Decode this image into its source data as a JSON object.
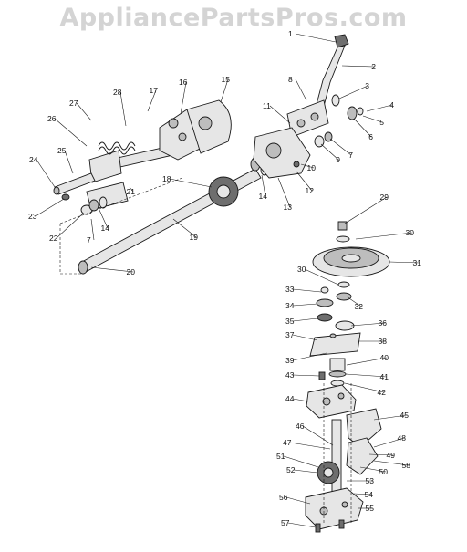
{
  "watermark": "AppliancePartsPros.com",
  "callouts": [
    "1",
    "2",
    "3",
    "4",
    "5",
    "6",
    "7",
    "8",
    "9",
    "10",
    "11",
    "12",
    "13",
    "14",
    "15",
    "16",
    "17",
    "18",
    "19",
    "20",
    "21",
    "22",
    "23",
    "24",
    "25",
    "26",
    "27",
    "28",
    "7",
    "14",
    "29",
    "30",
    "31",
    "30",
    "32",
    "33",
    "34",
    "35",
    "36",
    "37",
    "38",
    "39",
    "40",
    "41",
    "42",
    "43",
    "44",
    "45",
    "46",
    "47",
    "48",
    "49",
    "50",
    "51",
    "52",
    "53",
    "54",
    "55",
    "56",
    "57",
    "58"
  ]
}
